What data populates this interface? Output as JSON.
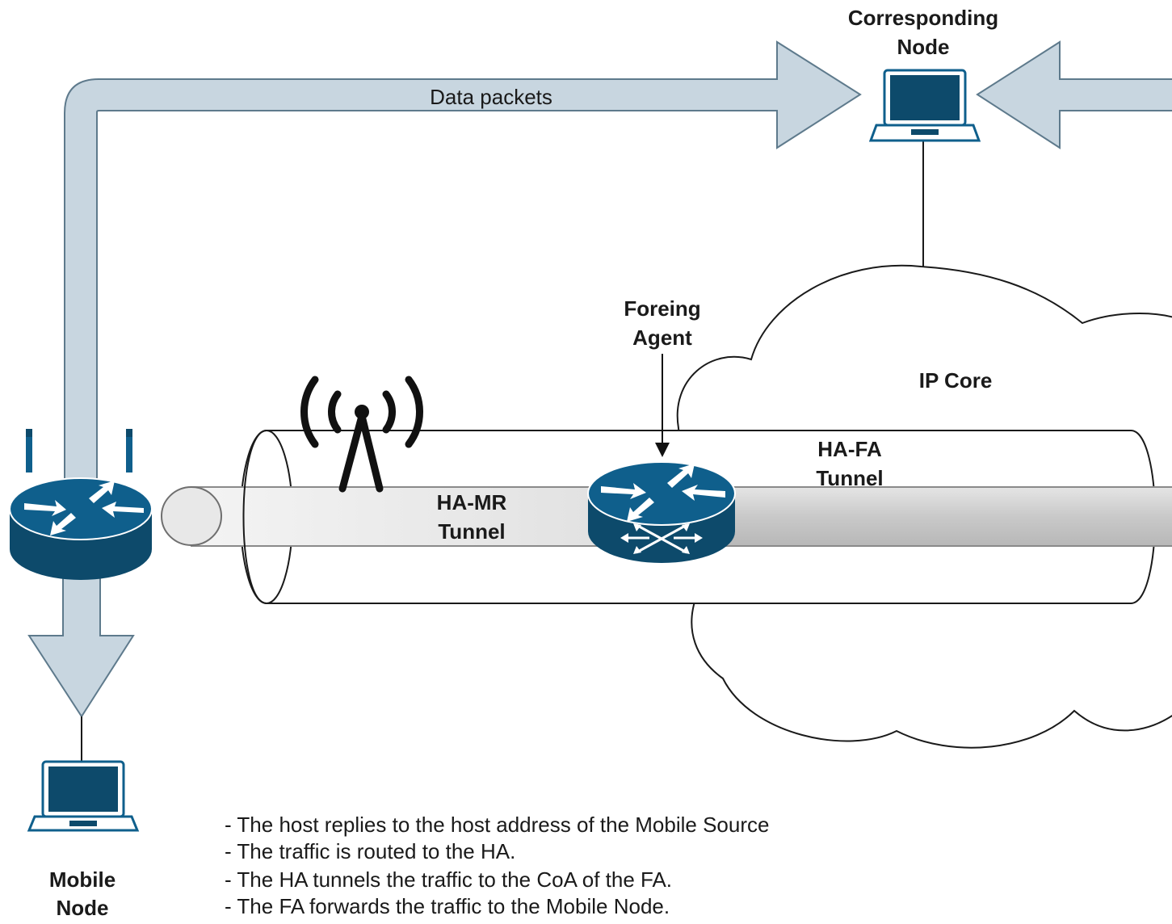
{
  "diagram": {
    "labels": {
      "corresponding_node_line1": "Corresponding",
      "corresponding_node_line2": "Node",
      "data_packets": "Data packets",
      "foreign_agent_line1": "Foreing",
      "foreign_agent_line2": "Agent",
      "ip_core": "IP Core",
      "ha_fa_tunnel_line1": "HA-FA",
      "ha_fa_tunnel_line2": "Tunnel",
      "ha_mr_tunnel_line1": "HA-MR",
      "ha_mr_tunnel_line2": "Tunnel",
      "mobile_node_line1": "Mobile",
      "mobile_node_line2": "Node"
    },
    "notes": [
      "- The host replies to the host address of the Mobile Source",
      "- The traffic is routed to the HA.",
      "- The HA tunnels the traffic to the CoA of the FA.",
      "- The FA forwards the traffic to the Mobile Node."
    ],
    "colors": {
      "arrow_fill": "#c8d6e0",
      "arrow_stroke": "#5e7a8c",
      "device_blue": "#0f5f8c",
      "device_dark": "#0d4a6b",
      "tunnel_gray": "#c4c4c4",
      "line": "#111111"
    },
    "icons": {
      "mobile_router": "router-icon",
      "foreign_agent": "router-icon",
      "antenna": "antenna-icon",
      "corresponding_node": "laptop-icon",
      "mobile_node": "laptop-icon",
      "ip_core": "cloud-icon"
    }
  }
}
